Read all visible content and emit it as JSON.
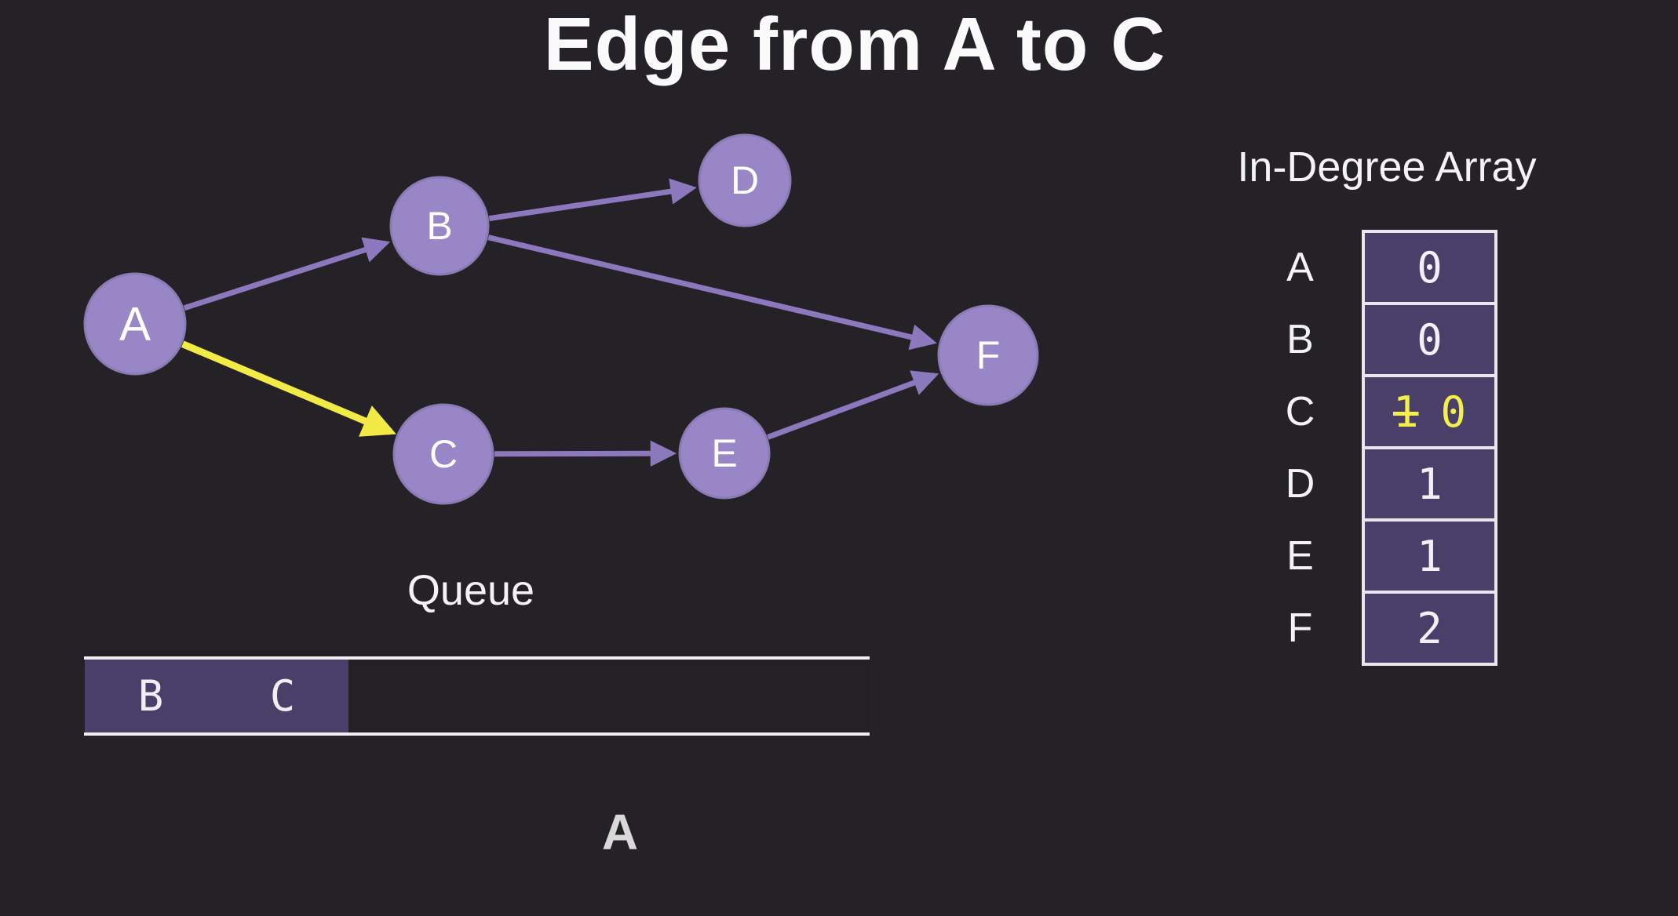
{
  "title": "Edge from A to C",
  "graph": {
    "nodes": [
      {
        "id": "A",
        "label": "A"
      },
      {
        "id": "B",
        "label": "B"
      },
      {
        "id": "C",
        "label": "C"
      },
      {
        "id": "D",
        "label": "D"
      },
      {
        "id": "E",
        "label": "E"
      },
      {
        "id": "F",
        "label": "F"
      }
    ],
    "edges": [
      {
        "from": "A",
        "to": "B",
        "highlight": false
      },
      {
        "from": "A",
        "to": "C",
        "highlight": true
      },
      {
        "from": "B",
        "to": "D",
        "highlight": false
      },
      {
        "from": "B",
        "to": "F",
        "highlight": false
      },
      {
        "from": "C",
        "to": "E",
        "highlight": false
      },
      {
        "from": "E",
        "to": "F",
        "highlight": false
      }
    ]
  },
  "indegree": {
    "title": "In-Degree Array",
    "rows": [
      {
        "label": "A",
        "value": "0",
        "changed": false
      },
      {
        "label": "B",
        "value": "0",
        "changed": false
      },
      {
        "label": "C",
        "value": "0",
        "old_value": "1",
        "changed": true
      },
      {
        "label": "D",
        "value": "1",
        "changed": false
      },
      {
        "label": "E",
        "value": "1",
        "changed": false
      },
      {
        "label": "F",
        "value": "2",
        "changed": false
      }
    ]
  },
  "queue": {
    "label": "Queue",
    "items": [
      "B",
      "C"
    ]
  },
  "processed": [
    "A"
  ],
  "colors": {
    "background": "#242127",
    "node_fill": "#9886c6",
    "node_border": "#8a7bb5",
    "edge": "#8c79bd",
    "highlight": "#f2ea45",
    "cell_fill": "#4a3f68",
    "cell_border": "#e9e7ee",
    "text_primary": "#fafafa",
    "changed_value": "#f5ef4a"
  }
}
